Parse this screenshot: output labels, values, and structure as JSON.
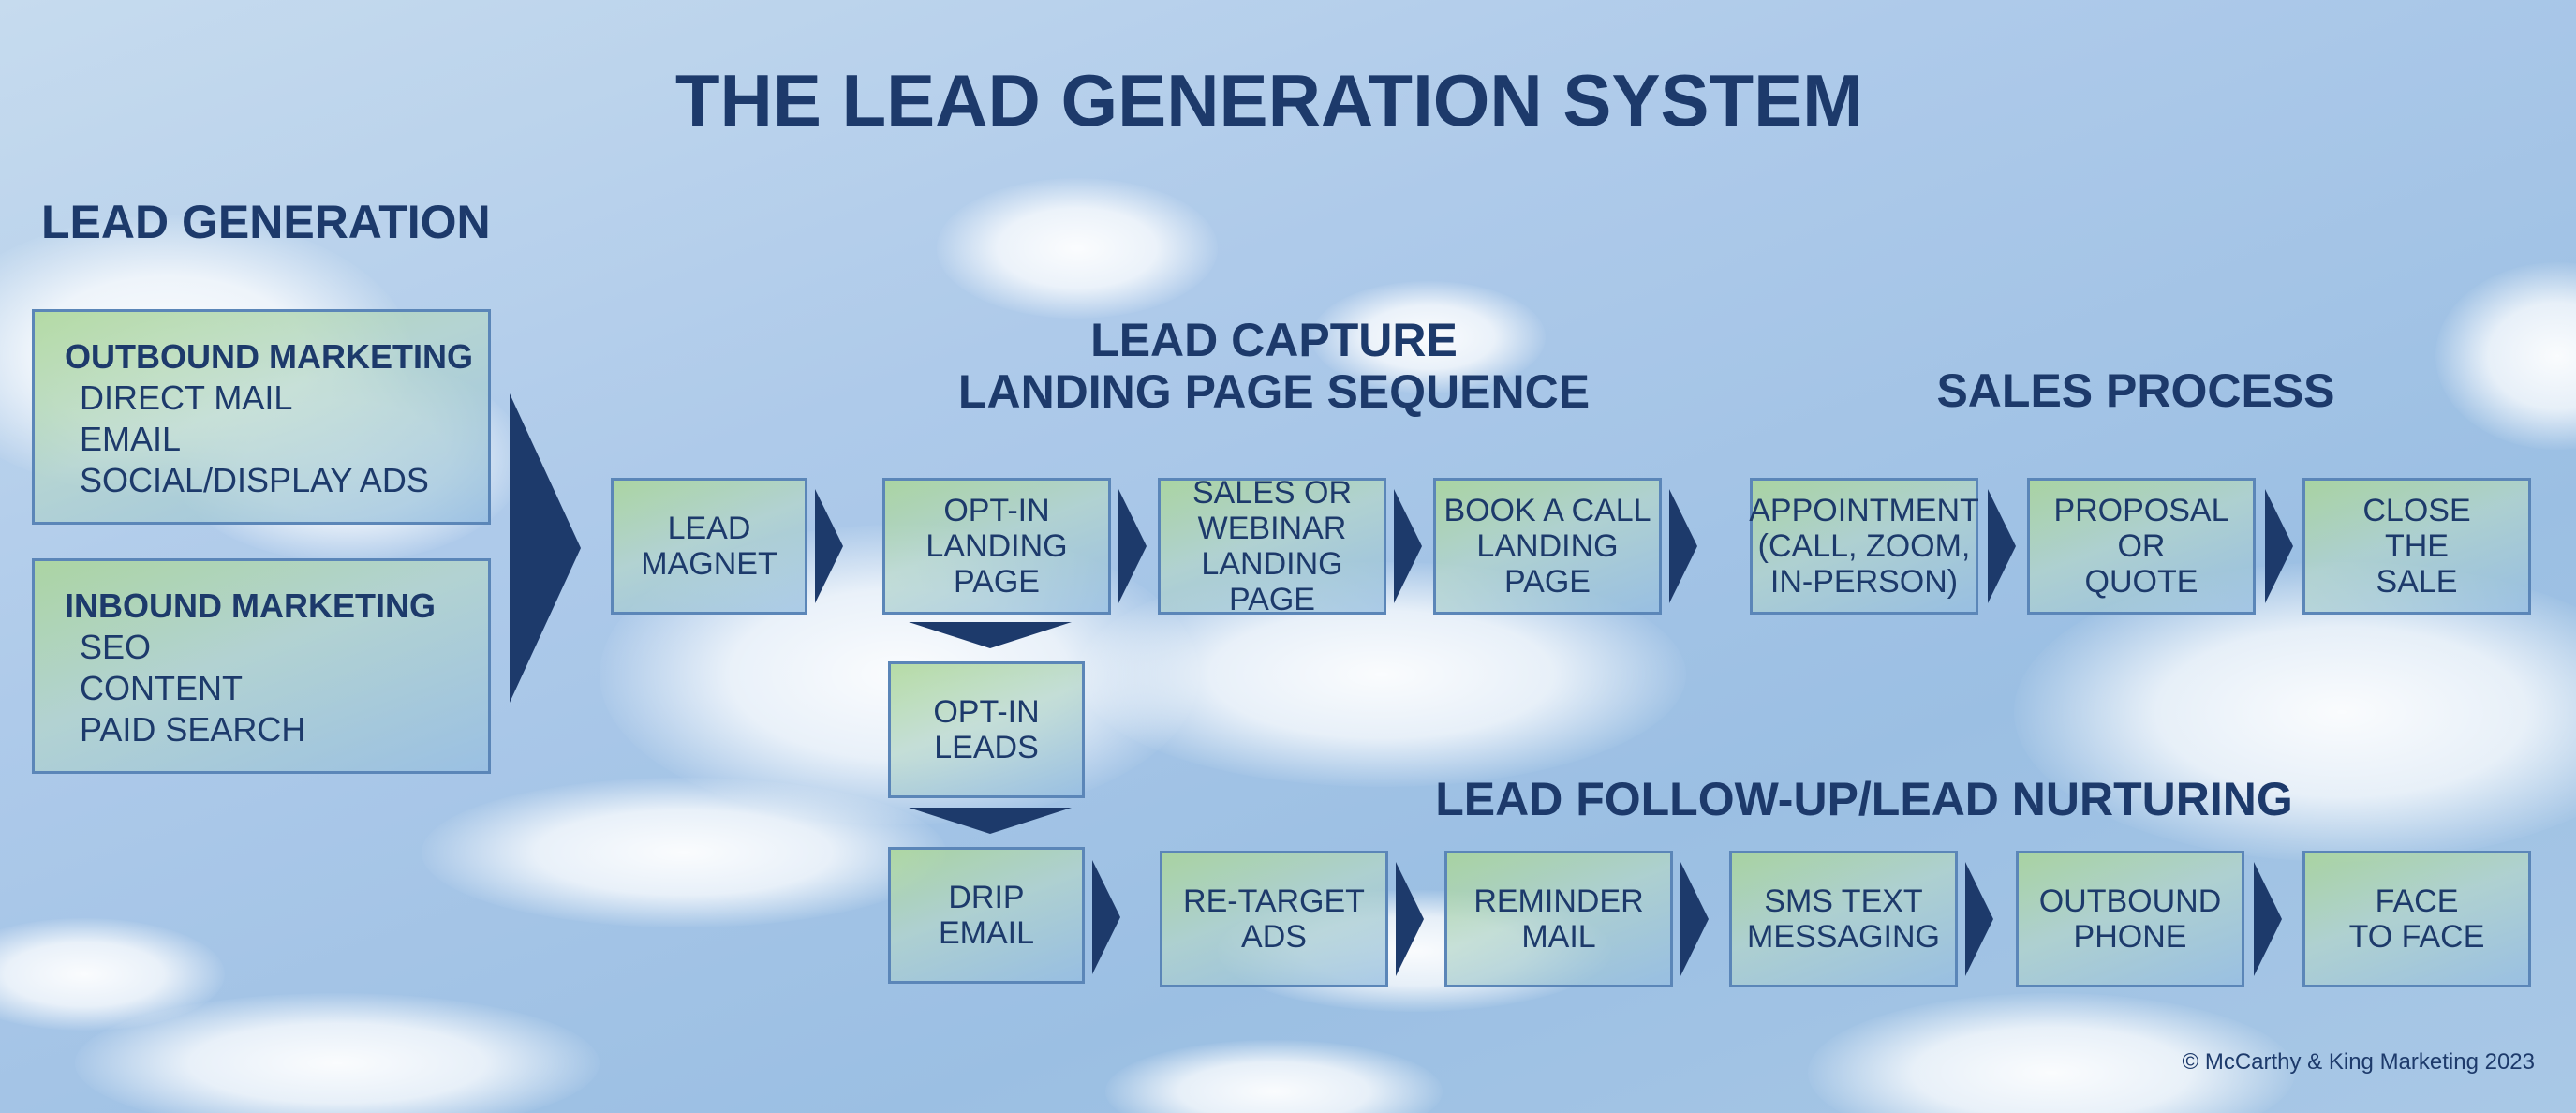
{
  "title": "THE LEAD GENERATION SYSTEM",
  "headings": {
    "lead_generation": "LEAD GENERATION",
    "lead_capture": "LEAD CAPTURE\nLANDING PAGE SEQUENCE",
    "sales_process": "SALES PROCESS",
    "follow_up": "LEAD FOLLOW-UP/LEAD NURTURING"
  },
  "outbound": {
    "title": "OUTBOUND MARKETING",
    "items": [
      "DIRECT MAIL",
      "EMAIL",
      "SOCIAL/DISPLAY ADS"
    ]
  },
  "inbound": {
    "title": "INBOUND MARKETING",
    "items": [
      "SEO",
      "CONTENT",
      "PAID SEARCH"
    ]
  },
  "capture_steps": [
    "LEAD\nMAGNET",
    "OPT-IN\nLANDING\nPAGE",
    "SALES OR\nWEBINAR\nLANDING PAGE",
    "BOOK A CALL\nLANDING\nPAGE"
  ],
  "sales_steps": [
    "APPOINTMENT\n(CALL, ZOOM,\nIN-PERSON)",
    "PROPOSAL\nOR\nQUOTE",
    "CLOSE\nTHE\nSALE"
  ],
  "opt_in_leads": "OPT-IN\nLEADS",
  "nurture_steps": [
    "DRIP\nEMAIL",
    "RE-TARGET\nADS",
    "REMINDER\nMAIL",
    "SMS TEXT\nMESSAGING",
    "OUTBOUND\nPHONE",
    "FACE\nTO FACE"
  ],
  "copyright": "© McCarthy & King Marketing 2023",
  "colors": {
    "navy": "#1d3a6b",
    "box_border": "#5b86b8"
  }
}
